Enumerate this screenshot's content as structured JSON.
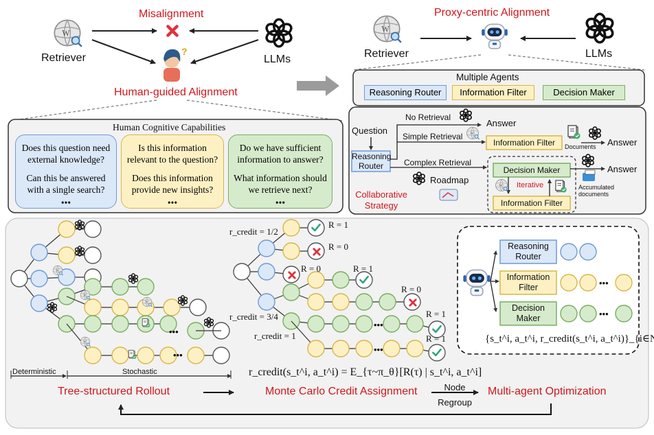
{
  "colors": {
    "red": "#d0161c",
    "blue_fill": "#dbe8f8",
    "blue_stroke": "#6e9ad3",
    "yellow_fill": "#fdf1c4",
    "yellow_stroke": "#d9b64a",
    "green_fill": "#d6ebcb",
    "green_stroke": "#79ad63",
    "panel": "#f2f2f2"
  },
  "icons": {
    "retriever": "wikipedia-globe-icon",
    "llm": "openai-logo-icon",
    "robot": "robot-icon",
    "human": "thinking-person-icon"
  },
  "top_left": {
    "misalignment": "Misalignment",
    "retriever": "Retriever",
    "llms": "LLMs",
    "human_guided": "Human-guided Alignment",
    "cognitive_title": "Human Cognitive Capabilities",
    "cards": [
      {
        "q1": "Does this question need external knowledge?",
        "q2": "Can this be answered with a single search?"
      },
      {
        "q1": "Is this information relevant to the question?",
        "q2": "Does this information provide new insights?"
      },
      {
        "q1": "Do we have sufficient information to answer?",
        "q2": "What information should we retrieve next?"
      }
    ],
    "ellipsis": "•••"
  },
  "top_right": {
    "proxy_title": "Proxy-centric Alignment",
    "retriever": "Retriever",
    "llms": "LLMs",
    "agents_title": "Multiple Agents",
    "agents": [
      "Reasoning Router",
      "Information Filter",
      "Decision Maker"
    ],
    "question": "Question",
    "router": "Reasoning Router",
    "no_retrieval": "No Retrieval",
    "simple_retrieval": "Simple Retrieval",
    "complex_retrieval": "Complex Retrieval",
    "answer": "Answer",
    "info_filter": "Information Filter",
    "documents": "Documents",
    "decision_maker": "Decision Maker",
    "iterative": "Iterative",
    "accumulated": "Accumulated documents",
    "roadmap": "Roadmap",
    "collab": "Collaborative Strategy"
  },
  "bottom": {
    "r_credit_half": "r_credit = 1/2",
    "r_credit_34": "r_credit = 3/4",
    "r_credit_1": "r_credit = 1",
    "r1": "R = 1",
    "r0": "R = 0",
    "deterministic": "Deterministic",
    "stochastic": "Stochastic",
    "formula": "r_credit(s_t^i, a_t^i) = E_{τ~π_θ}[R(τ) | s_t^i, a_t^i]",
    "tree_rollout": "Tree-structured Rollout",
    "mc_credit": "Monte Carlo Credit Assignment",
    "node_regroup": "Node Regroup",
    "multi_agent": "Multi-agent Optimization",
    "optim_agents": [
      "Reasoning Router",
      "Information Filter",
      "Decision Maker"
    ],
    "tuple_set": "{s_t^i, a_t^i, r_credit(s_t^i, a_t^i)}_{i∈N}",
    "dots": "•••"
  }
}
